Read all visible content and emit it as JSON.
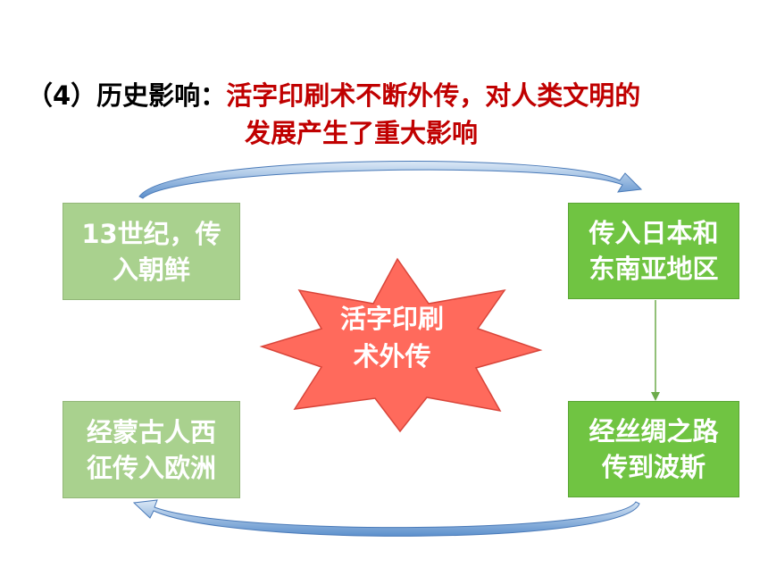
{
  "heading": {
    "prefix": "（4）历史影响：",
    "line1": "活字印刷术不断外传，对人类文明的",
    "line2": "发展产生了重大影响"
  },
  "center": {
    "line1": "活字印刷",
    "line2": "术外传"
  },
  "boxes": {
    "korea": {
      "line1": "13世纪，传",
      "line2": "入朝鲜"
    },
    "japan": {
      "line1": "传入日本和",
      "line2": "东南亚地区"
    },
    "europe": {
      "line1": "经蒙古人西",
      "line2": "征传入欧洲"
    },
    "persia": {
      "line1": "经丝绸之路",
      "line2": "传到波斯"
    }
  },
  "colors": {
    "heading_accent": "#c00000",
    "light_green": "#a9d18e",
    "bright_green": "#70c442",
    "star": "#ff6a5c",
    "arrow": "#7fa6d4"
  }
}
